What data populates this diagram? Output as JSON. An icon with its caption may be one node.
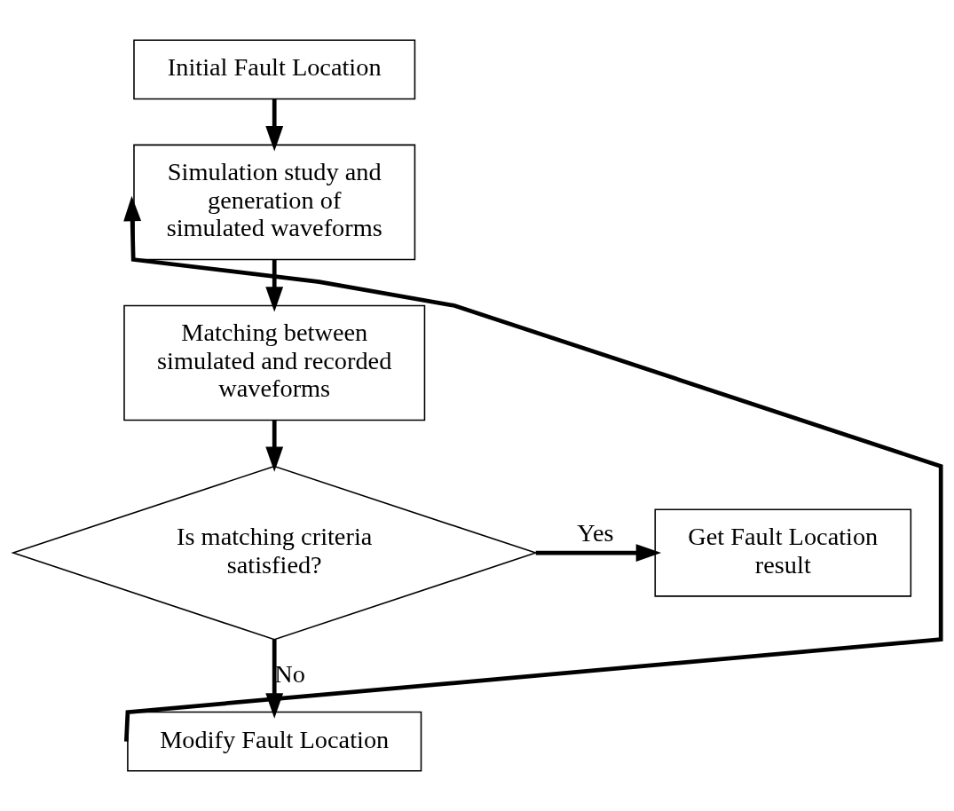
{
  "diagram": {
    "nodes": [
      {
        "text": [
          "Initial Fault Location"
        ]
      },
      {
        "text": [
          "Simulation study and generation of simulated waveforms"
        ]
      },
      {
        "text": [
          "Matching between simulated and recorded waveforms"
        ]
      },
      {
        "text": [
          "Is matching criteria satisfied?"
        ]
      },
      {
        "text": [
          "Get Fault Location result"
        ]
      },
      {
        "text": [
          "Modify Fault Location"
        ]
      }
    ],
    "edges": [
      {
        "from": 0,
        "to": 1,
        "arrow": "to"
      },
      {
        "from": 1,
        "to": 2,
        "arrow": "to"
      },
      {
        "from": 2,
        "to": 3,
        "arrow": "to"
      },
      {
        "from": 3,
        "to": 4,
        "arrow": "to",
        "label": "Yes"
      },
      {
        "from": 3,
        "to": 5,
        "arrow": "to",
        "label": "No"
      },
      {
        "from": 5,
        "to": 1,
        "arrow": "to"
      }
    ]
  }
}
